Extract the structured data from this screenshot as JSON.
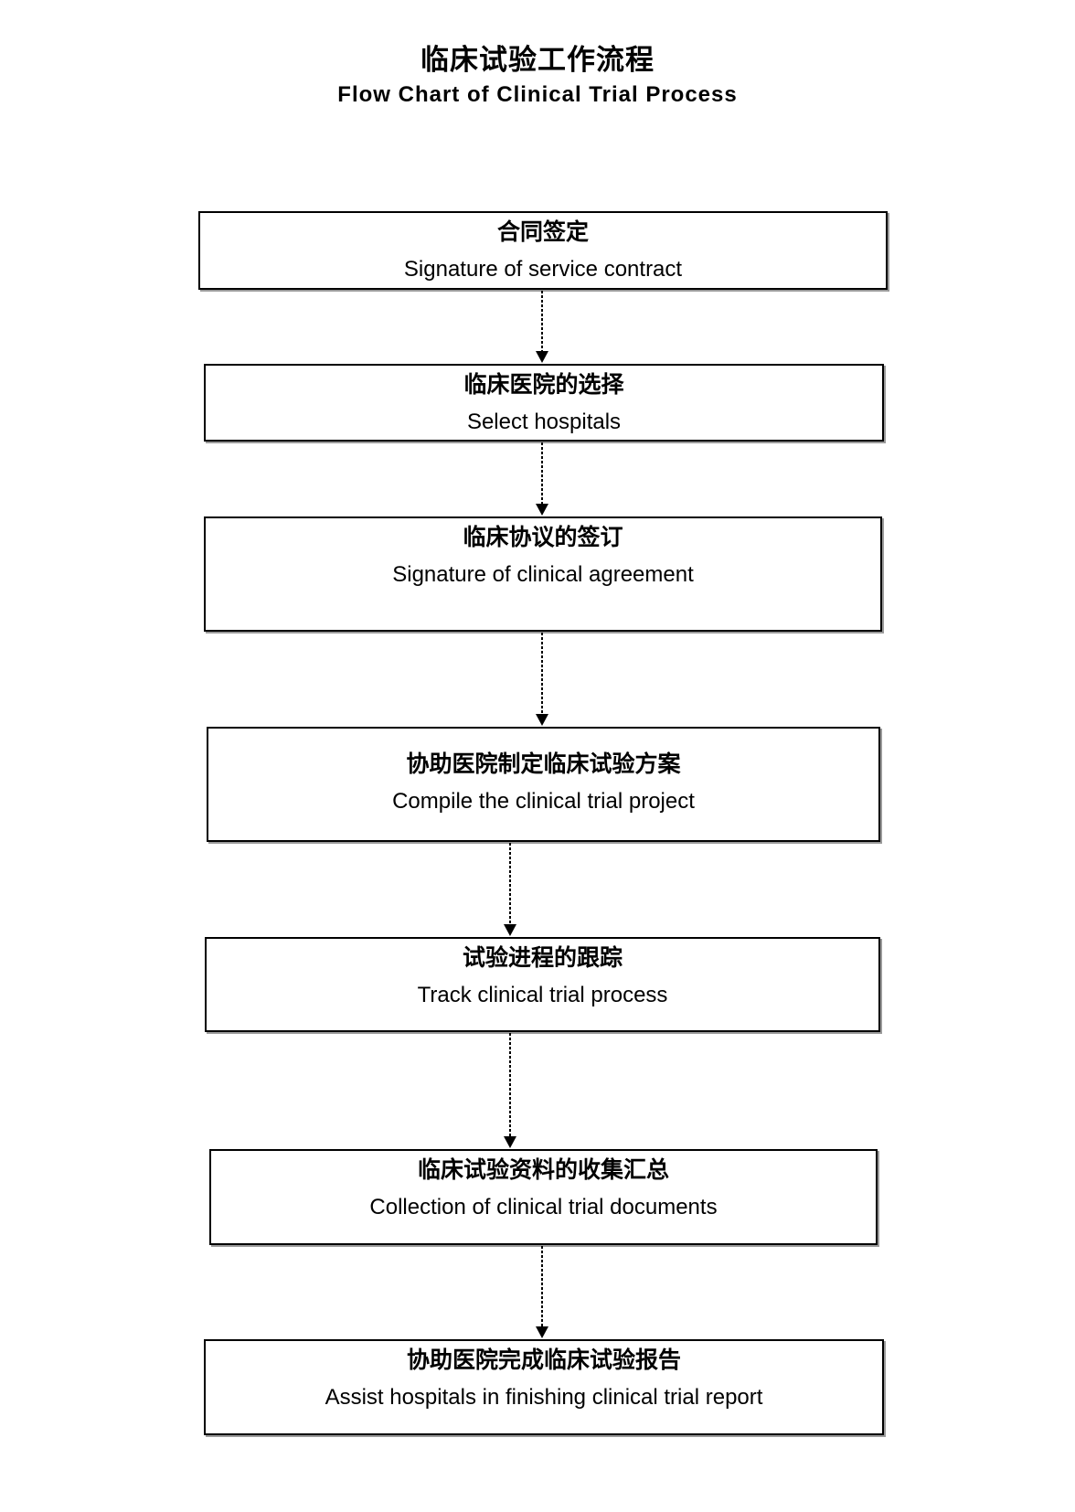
{
  "title": {
    "zh": "临床试验工作流程",
    "en": "Flow Chart of Clinical Trial Process"
  },
  "steps": [
    {
      "zh": "合同签定",
      "en": "Signature of service contract"
    },
    {
      "zh": "临床医院的选择",
      "en": "Select hospitals"
    },
    {
      "zh": "临床协议的签订",
      "en": "Signature of clinical agreement"
    },
    {
      "zh": "协助医院制定临床试验方案",
      "en": "Compile the clinical trial project"
    },
    {
      "zh": "试验进程的跟踪",
      "en": "Track clinical trial process"
    },
    {
      "zh": "临床试验资料的收集汇总",
      "en": "Collection of clinical trial documents"
    },
    {
      "zh": "协助医院完成临床试验报告",
      "en": "Assist hospitals in finishing clinical trial report"
    }
  ]
}
